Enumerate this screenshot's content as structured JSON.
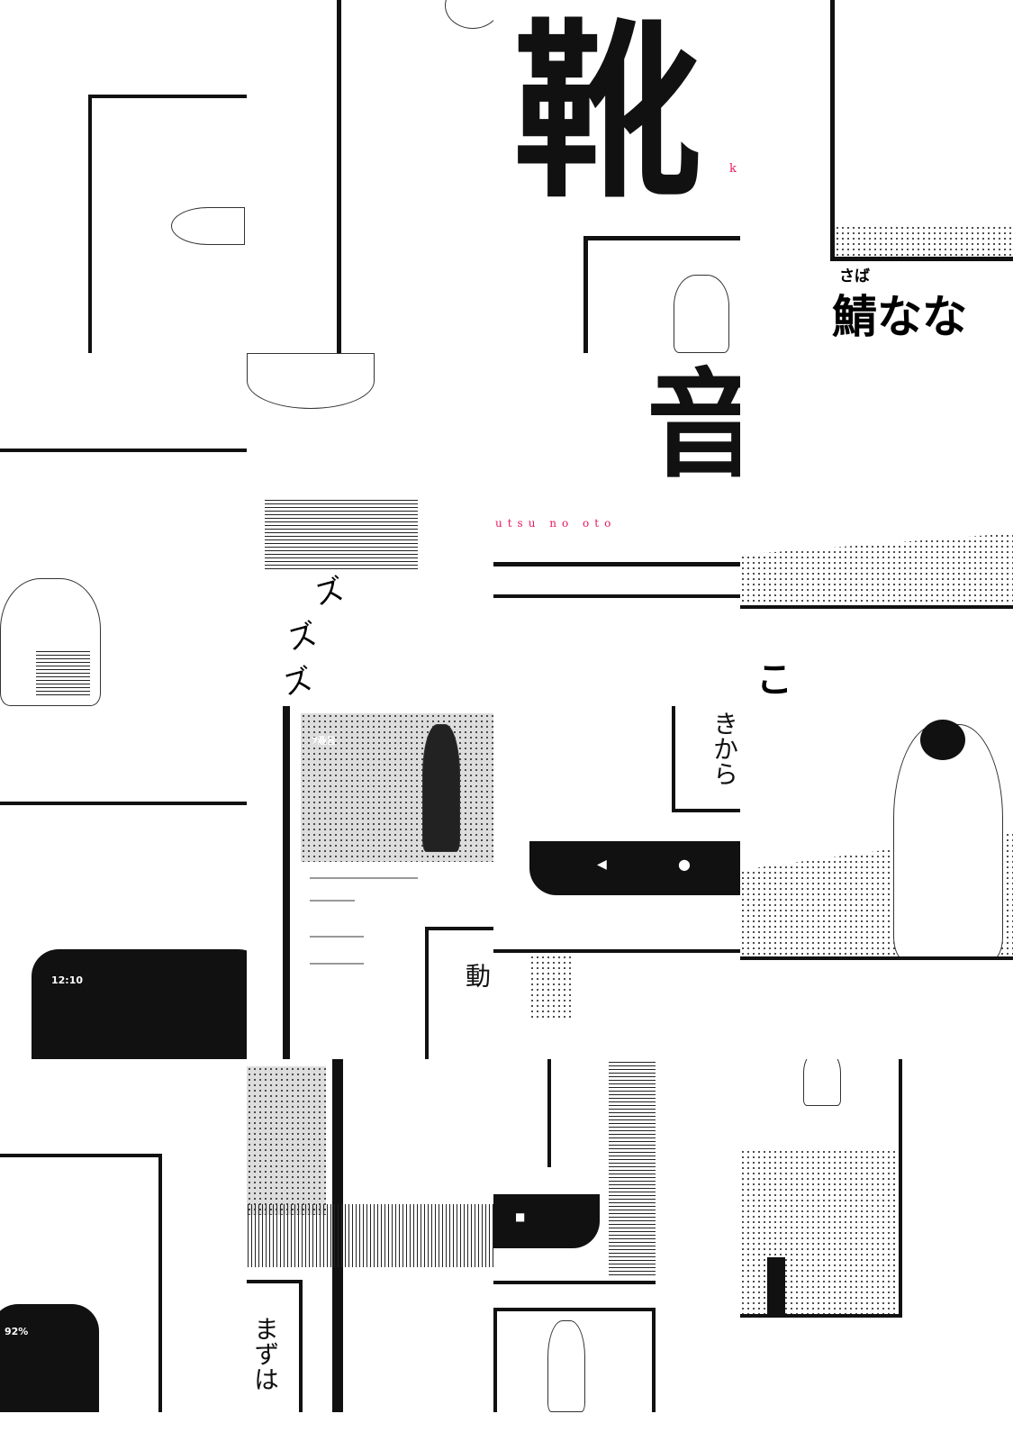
{
  "title": {
    "kanji_top": "靴",
    "romaji_fragment_k": "k",
    "kanji_bottom": "音",
    "romaji": "utsu no oto",
    "accent_color": "#e8175d"
  },
  "author": {
    "furigana": "さば",
    "name": "鯖なな"
  },
  "panels": {
    "text_ko": "こ",
    "text_kikara": "きから",
    "text_kihon": "基本の動",
    "text_mazuha": "まずは"
  },
  "phone": {
    "time": "12:10",
    "battery": "92%",
    "video_title": "7趣旨"
  },
  "sfx": {
    "zu": "ズ"
  }
}
